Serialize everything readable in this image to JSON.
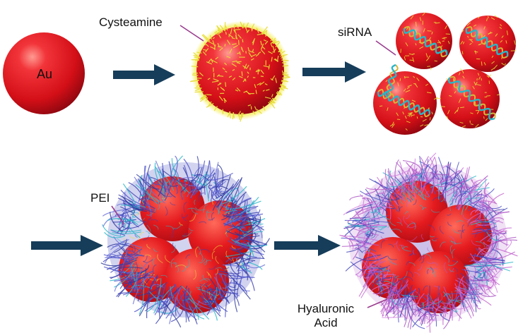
{
  "labels": {
    "au": "Au",
    "cysteamine": "Cysteamine",
    "sirna": "siRNA",
    "pei": "PEI",
    "hyaluronic_line1": "Hyaluronic",
    "hyaluronic_line2": "Acid"
  },
  "colors": {
    "gold_core": "#e3111c",
    "cysteamine": "#e8de3a",
    "sirna_cyan": "#29b6c8",
    "sirna_gold": "#d8b43a",
    "pei": "#3a3fb0",
    "hyaluronic_acid": "#c05ac8",
    "arrow": "#163d5a",
    "pointer": "#9a3d8e"
  }
}
